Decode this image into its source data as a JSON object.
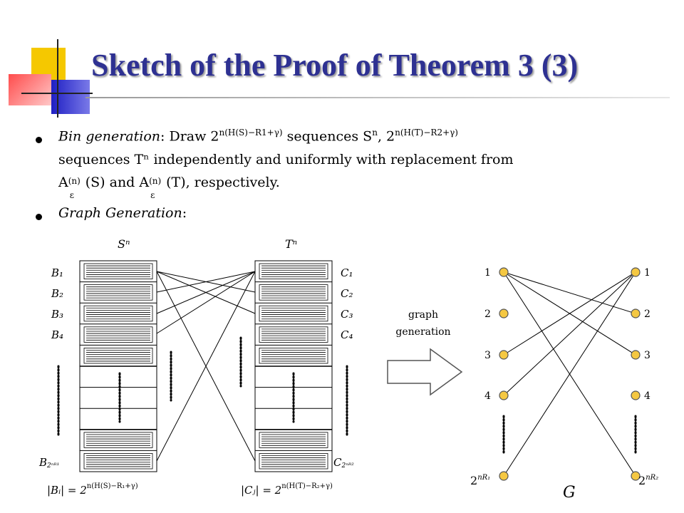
{
  "slide": {
    "title": "Sketch of the Proof of Theorem 3 (3)",
    "logo_colors": {
      "yellow": "#f5c800",
      "red": "#ff6f6f",
      "blue": "#2b2bd1"
    },
    "title_color": "#2e3192"
  },
  "bullets": [
    {
      "label": "Bin generation",
      "line1_pre": ": Draw 2",
      "line1_sup1": "n(H(S)−R1+γ)",
      "line1_mid": " sequences S",
      "line1_sup2": "n",
      "line1_post": ", 2",
      "line1_sup3": "n(H(T)−R2+γ)",
      "line2": "sequences Tⁿ independently and uniformly with replacement from",
      "line3_a": "A",
      "line3_a_sup": "(n)",
      "line3_a_sub": "ε",
      "line3_b": "(S) and A",
      "line3_c": "(T), respectively."
    },
    {
      "label": "Graph Generation",
      "suffix": ":"
    }
  ],
  "left_diagram": {
    "s_header": "Sⁿ",
    "t_header": "Tⁿ",
    "b_labels": [
      "B₁",
      "B₂",
      "B₃",
      "B₄"
    ],
    "b_last": "B",
    "b_last_sup": "2ⁿᴿ¹",
    "c_labels": [
      "C₁",
      "C₂",
      "C₃",
      "C₄"
    ],
    "c_last": "C",
    "c_last_sup": "2ⁿᴿ²",
    "b_size": "|Bᵢ| = 2",
    "b_size_sup": "n(H(S)−R₁+γ)",
    "c_size": "|Cⱼ| = 2",
    "c_size_sup": "n(H(T)−R₂+γ)"
  },
  "arrow": {
    "label_line1": "graph",
    "label_line2": "generation"
  },
  "graph": {
    "left_nodes": [
      "1",
      "2",
      "3",
      "4"
    ],
    "right_nodes": [
      "1",
      "2",
      "3",
      "4"
    ],
    "left_last": "2",
    "left_last_sup": "nR₁",
    "right_last": "2",
    "right_last_sup": "nR₂",
    "name": "G",
    "node_color": "#f5c842"
  }
}
